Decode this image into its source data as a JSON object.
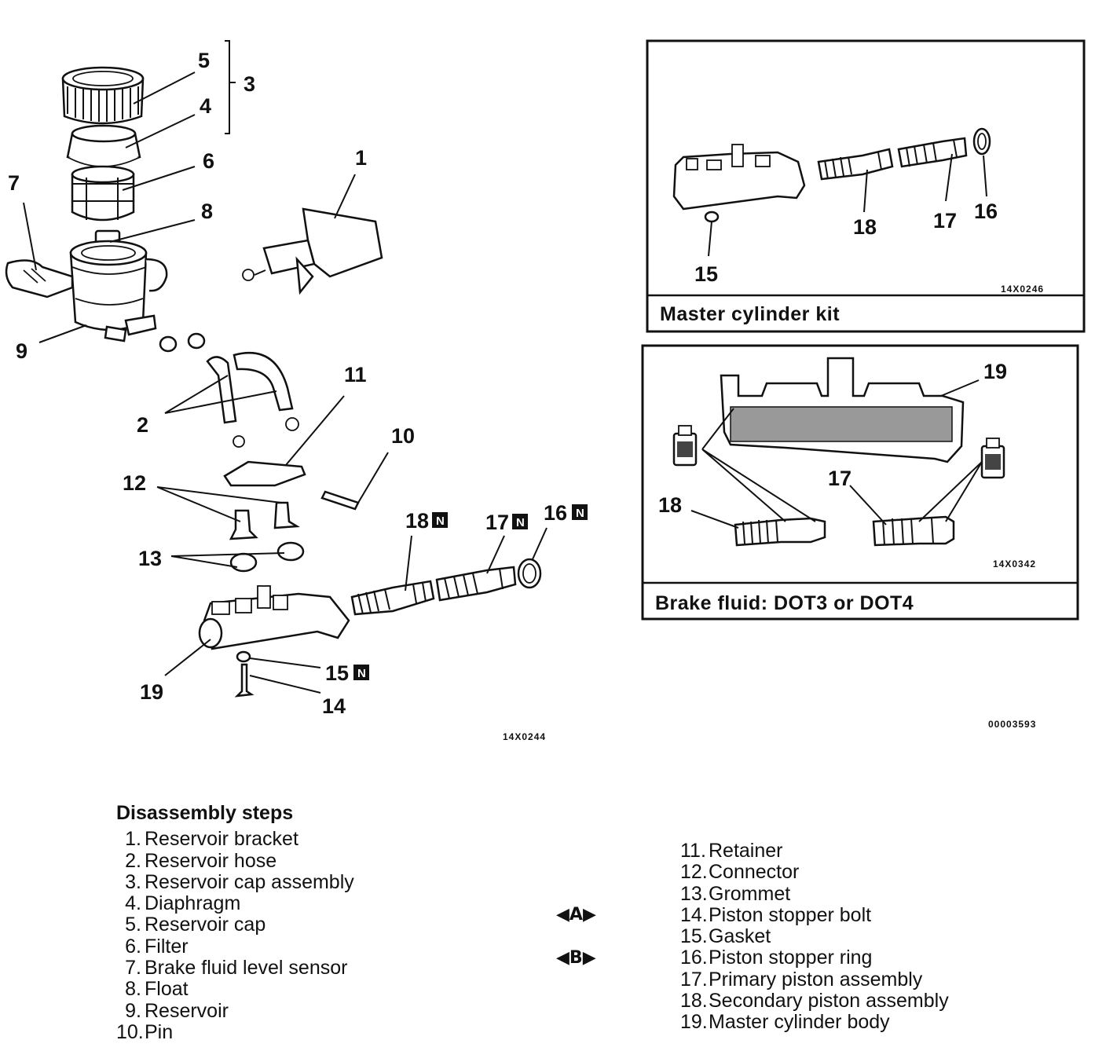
{
  "diagram": {
    "callouts": {
      "n1": "1",
      "n2": "2",
      "n3": "3",
      "n4": "4",
      "n5": "5",
      "n6": "6",
      "n7": "7",
      "n8": "8",
      "n9": "9",
      "n10": "10",
      "n11": "11",
      "n12": "12",
      "n13": "13",
      "n14": "14",
      "n15": "15",
      "n16": "16",
      "n17": "17",
      "n18": "18",
      "n19": "19"
    },
    "new_part_mark": "N",
    "drawing_code": "14X0244",
    "figure_code": "00003593"
  },
  "kit_box": {
    "caption": "Master cylinder kit",
    "code": "14X0246",
    "callouts": {
      "n15": "15",
      "n16": "16",
      "n17": "17",
      "n18": "18"
    }
  },
  "fluid_box": {
    "caption": "Brake fluid: DOT3 or DOT4",
    "code": "14X0342",
    "callouts": {
      "n17": "17",
      "n18": "18",
      "n19": "19"
    }
  },
  "steps": {
    "heading": "Disassembly steps",
    "left": [
      {
        "num": "1.",
        "label": "Reservoir bracket"
      },
      {
        "num": "2.",
        "label": "Reservoir hose"
      },
      {
        "num": "3.",
        "label": "Reservoir cap assembly"
      },
      {
        "num": "4.",
        "label": "Diaphragm"
      },
      {
        "num": "5.",
        "label": "Reservoir cap"
      },
      {
        "num": "6.",
        "label": "Filter"
      },
      {
        "num": "7.",
        "label": "Brake fluid level sensor"
      },
      {
        "num": "8.",
        "label": "Float"
      },
      {
        "num": "9.",
        "label": "Reservoir"
      },
      {
        "num": "10.",
        "label": "Pin"
      }
    ],
    "right": [
      {
        "num": "11.",
        "label": "Retainer"
      },
      {
        "num": "12.",
        "label": "Connector"
      },
      {
        "num": "13.",
        "label": "Grommet"
      },
      {
        "num": "14.",
        "label": "Piston stopper bolt"
      },
      {
        "num": "15.",
        "label": "Gasket"
      },
      {
        "num": "16.",
        "label": "Piston stopper ring"
      },
      {
        "num": "17.",
        "label": "Primary piston assembly"
      },
      {
        "num": "18.",
        "label": "Secondary piston assembly"
      },
      {
        "num": "19.",
        "label": "Master cylinder body"
      }
    ],
    "marks": {
      "a": "◀A▶",
      "b": "◀B▶"
    }
  }
}
